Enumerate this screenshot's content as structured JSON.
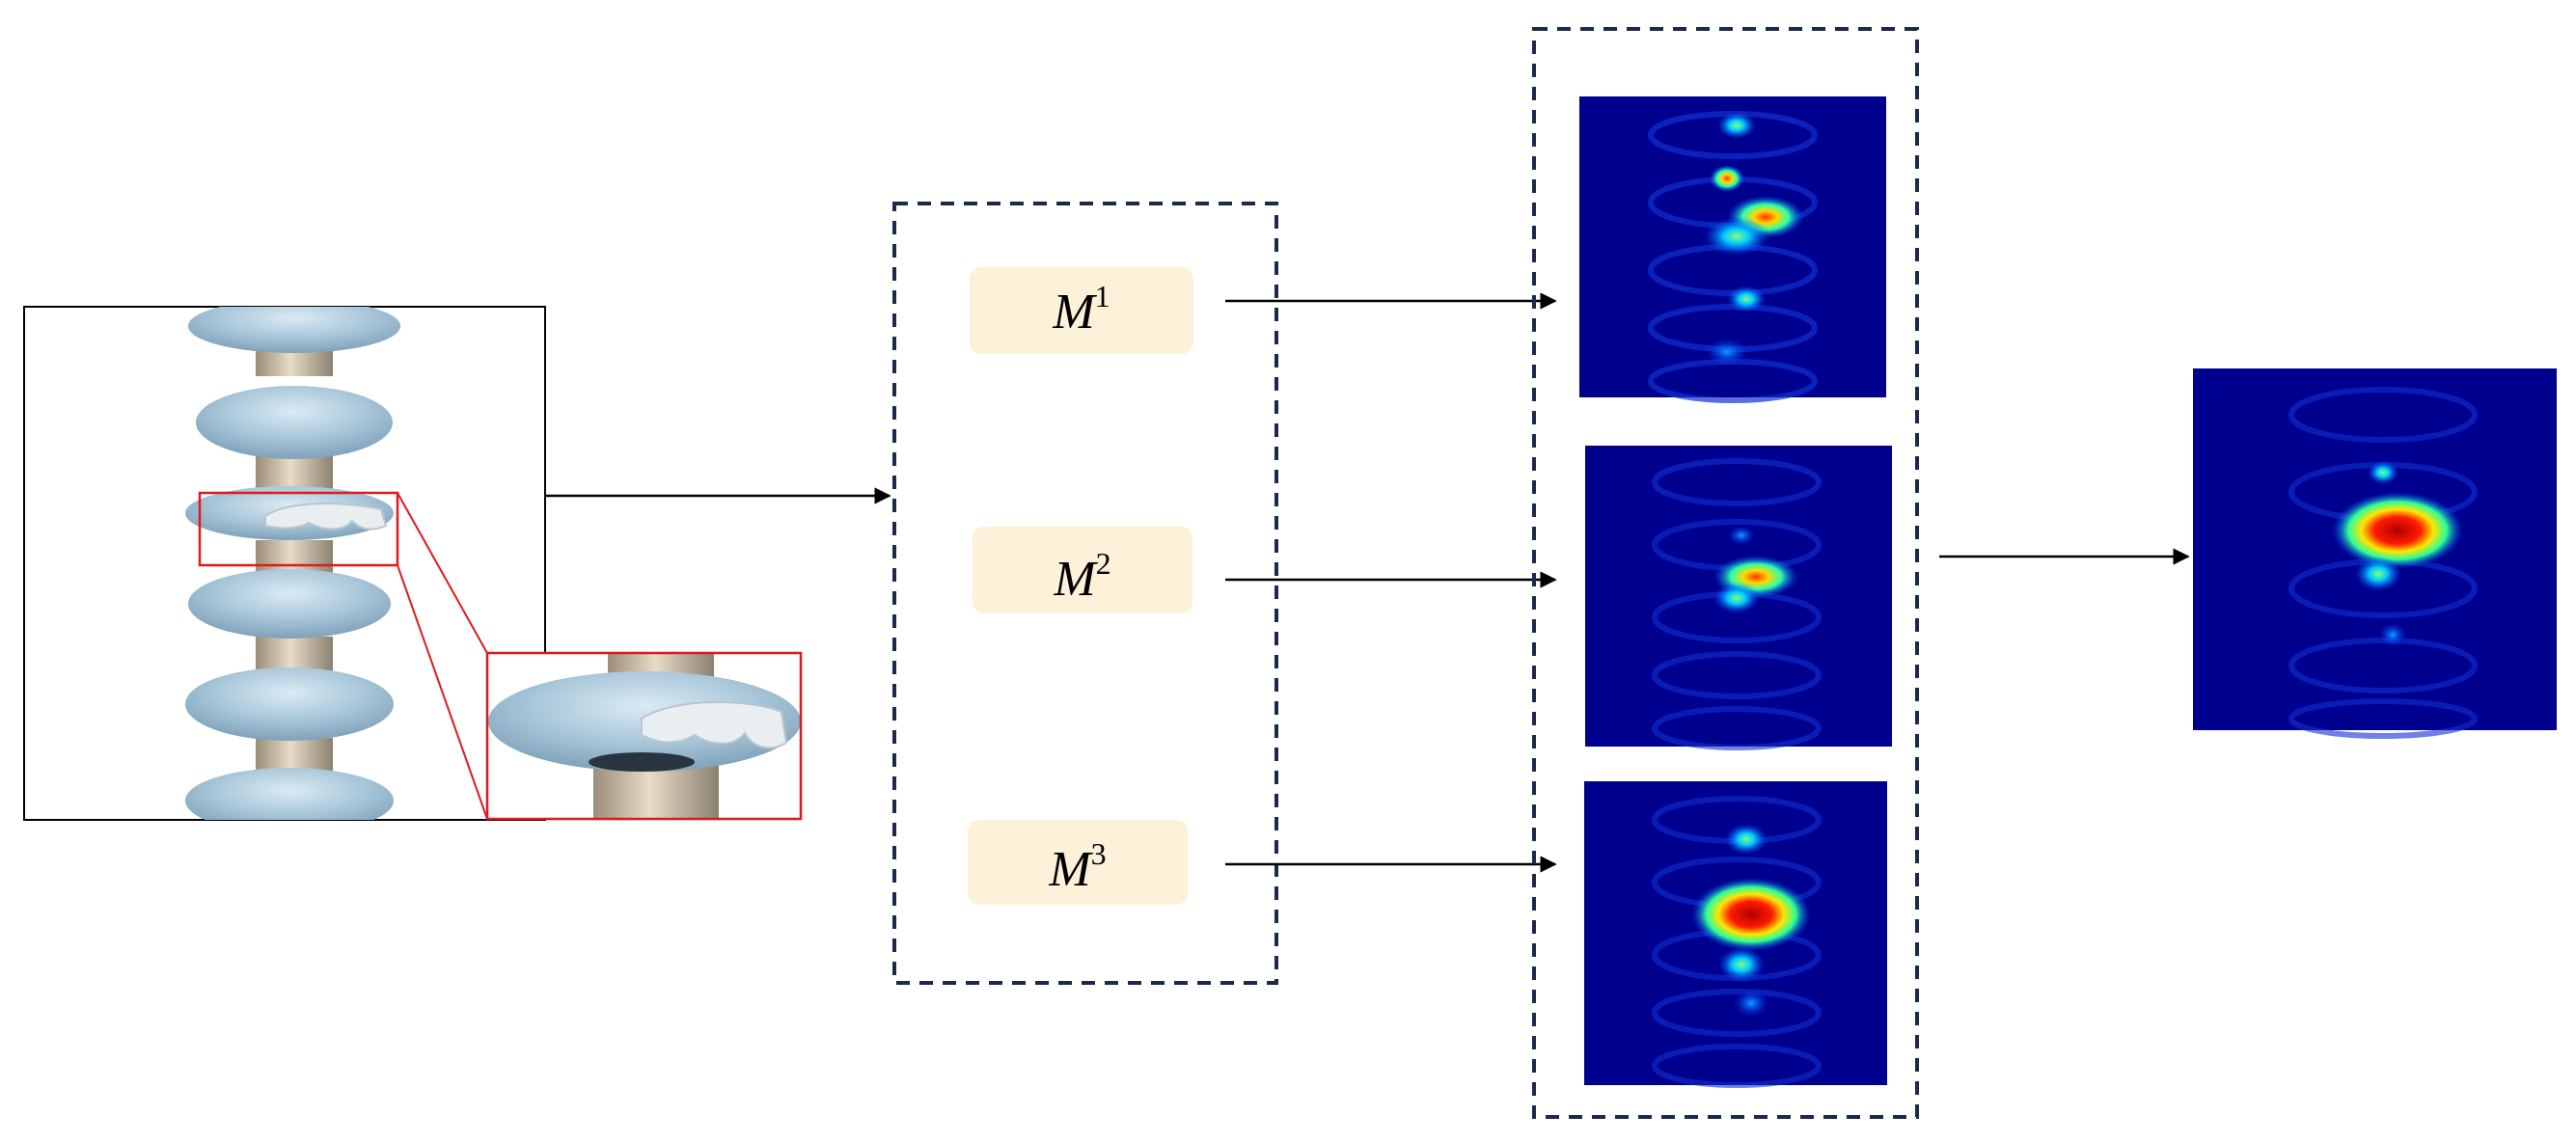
{
  "models": [
    {
      "letter": "M",
      "index": "1"
    },
    {
      "letter": "M",
      "index": "2"
    },
    {
      "letter": "M",
      "index": "3"
    }
  ],
  "colors": {
    "dashed_box": "#1b2a48",
    "model_box_fill": "#fdf1d9",
    "highlight": "#e0191e",
    "arrow": "#000000",
    "heatmap_background": "#00008f",
    "insulator": "#a9c7da"
  },
  "icons": {
    "input_image": "insulator-string-photo",
    "zoom_detail": "damaged-insulator-closeup",
    "heatmaps": [
      "heatmap-model-1",
      "heatmap-model-2",
      "heatmap-model-3"
    ],
    "fused_output": "fused-heatmap"
  },
  "heatmap_intensity": {
    "model_1": "low",
    "model_2": "medium",
    "model_3": "high",
    "fused": "high"
  }
}
